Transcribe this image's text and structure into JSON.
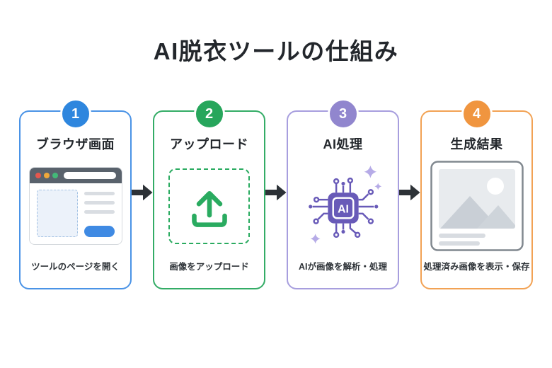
{
  "title": "AI脱衣ツールの仕組み",
  "steps": [
    {
      "number": "1",
      "label": "ブラウザ画面",
      "caption": "ツールのページを開く",
      "accent_color": "#2e86de",
      "border_color": "#4a93e6",
      "icon": "browser-window-icon"
    },
    {
      "number": "2",
      "label": "アップロード",
      "caption": "画像をアップロード",
      "accent_color": "#27a65c",
      "border_color": "#33ac66",
      "icon": "upload-icon"
    },
    {
      "number": "3",
      "label": "AI処理",
      "caption": "AIが画像を解析・処理",
      "accent_color": "#9186ce",
      "border_color": "#a79ede",
      "chip_color": "#685ab8",
      "sparkle_color": "#b6abe7",
      "chip_label": "AI",
      "icon": "ai-chip-icon"
    },
    {
      "number": "4",
      "label": "生成結果",
      "caption": "処理済み画像を表示・保存",
      "accent_color": "#f0953f",
      "border_color": "#f2a254",
      "icon": "image-result-icon"
    }
  ],
  "colors": {
    "background": "#ffffff",
    "title_text": "#23272c",
    "caption_text": "#2e3338",
    "flow_arrow": "#2d3237",
    "browser_bar": "#59626c",
    "browser_button_blue": "#3f8ae3"
  }
}
